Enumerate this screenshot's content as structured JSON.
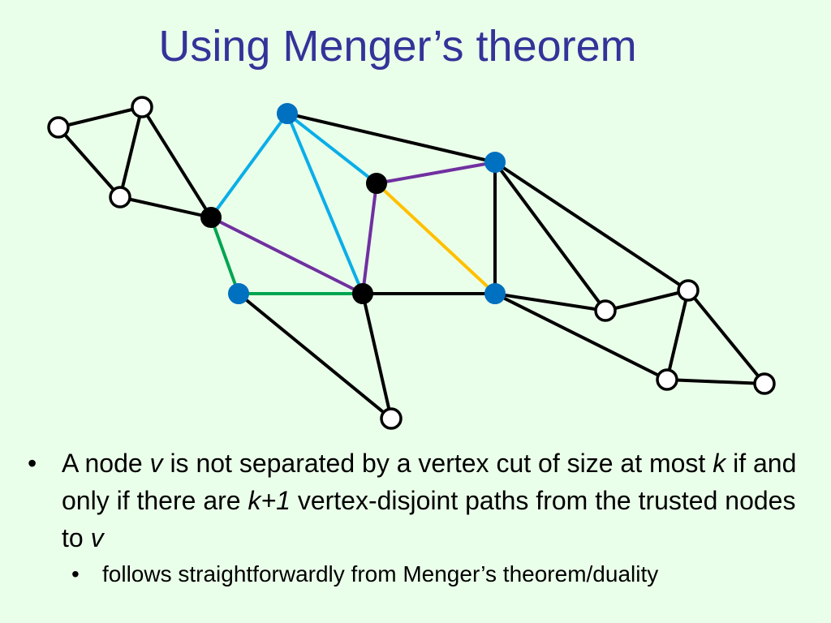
{
  "title": "Using Menger’s theorem",
  "colors": {
    "background": "#eaffea",
    "title": "#333399",
    "black_edge": "#000000",
    "cyan_edge": "#0aaee8",
    "purple_edge": "#7030a0",
    "green_edge": "#00a550",
    "yellow_edge": "#ffc000",
    "blue_node": "#0070c0",
    "black_node": "#000000",
    "open_node_fill": "#ffffff"
  },
  "graph": {
    "nodes": [
      {
        "id": "n1",
        "kind": "open"
      },
      {
        "id": "n2",
        "kind": "open"
      },
      {
        "id": "n3",
        "kind": "open"
      },
      {
        "id": "n4",
        "kind": "black"
      },
      {
        "id": "n5",
        "kind": "blue"
      },
      {
        "id": "n6",
        "kind": "blue"
      },
      {
        "id": "n7",
        "kind": "black"
      },
      {
        "id": "n8",
        "kind": "blue"
      },
      {
        "id": "n9",
        "kind": "black"
      },
      {
        "id": "n10",
        "kind": "blue"
      },
      {
        "id": "n11",
        "kind": "open"
      },
      {
        "id": "n12",
        "kind": "open"
      },
      {
        "id": "n13",
        "kind": "open"
      },
      {
        "id": "n14",
        "kind": "open"
      },
      {
        "id": "n15",
        "kind": "open"
      }
    ],
    "edges": [
      {
        "from": "n1",
        "to": "n2",
        "color": "black"
      },
      {
        "from": "n1",
        "to": "n3",
        "color": "black"
      },
      {
        "from": "n2",
        "to": "n3",
        "color": "black"
      },
      {
        "from": "n2",
        "to": "n4",
        "color": "black"
      },
      {
        "from": "n3",
        "to": "n4",
        "color": "black"
      },
      {
        "from": "n4",
        "to": "n5",
        "color": "cyan"
      },
      {
        "from": "n5",
        "to": "n7",
        "color": "cyan"
      },
      {
        "from": "n5",
        "to": "n9",
        "color": "cyan"
      },
      {
        "from": "n5",
        "to": "n8",
        "color": "black"
      },
      {
        "from": "n7",
        "to": "n8",
        "color": "purple"
      },
      {
        "from": "n7",
        "to": "n9",
        "color": "purple"
      },
      {
        "from": "n4",
        "to": "n9",
        "color": "purple"
      },
      {
        "from": "n7",
        "to": "n10",
        "color": "yellow"
      },
      {
        "from": "n4",
        "to": "n6",
        "color": "green"
      },
      {
        "from": "n6",
        "to": "n9",
        "color": "green"
      },
      {
        "from": "n9",
        "to": "n10",
        "color": "black"
      },
      {
        "from": "n8",
        "to": "n10",
        "color": "black"
      },
      {
        "from": "n6",
        "to": "n11",
        "color": "black"
      },
      {
        "from": "n9",
        "to": "n11",
        "color": "black"
      },
      {
        "from": "n8",
        "to": "n12",
        "color": "black"
      },
      {
        "from": "n10",
        "to": "n12",
        "color": "black"
      },
      {
        "from": "n8",
        "to": "n13",
        "color": "black"
      },
      {
        "from": "n12",
        "to": "n13",
        "color": "black"
      },
      {
        "from": "n10",
        "to": "n14",
        "color": "black"
      },
      {
        "from": "n13",
        "to": "n14",
        "color": "black"
      },
      {
        "from": "n13",
        "to": "n15",
        "color": "black"
      },
      {
        "from": "n14",
        "to": "n15",
        "color": "black"
      }
    ]
  },
  "bullets": {
    "b1": {
      "marker": "•",
      "t1": "A node ",
      "v1": "v",
      "t2": " is not separated by a vertex cut of size at most ",
      "k1": "k",
      "t3": " if and only if there are ",
      "k2": "k+1",
      "t4": " vertex-disjoint paths from the trusted nodes to ",
      "v2": "v"
    },
    "b2": {
      "marker": "•",
      "text": "follows straightforwardly from Menger’s theorem/duality"
    }
  }
}
